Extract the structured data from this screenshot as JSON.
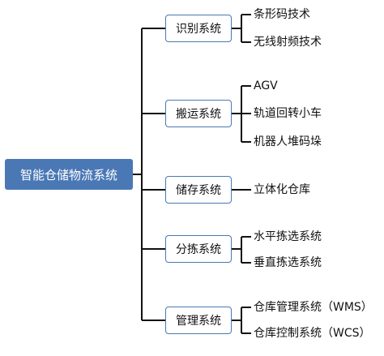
{
  "colors": {
    "root_fill": "#4a78b5",
    "box_border": "#4a78b5",
    "line": "#111111"
  },
  "root": {
    "label": "智能仓储物流系统"
  },
  "categories": [
    {
      "label": "识别系统",
      "children": [
        "条形码技术",
        "无线射频技术"
      ]
    },
    {
      "label": "搬运系统",
      "children": [
        "AGV",
        "轨道回转小车",
        "机器人堆码垛"
      ]
    },
    {
      "label": "储存系统",
      "children": [
        "立体化仓库"
      ]
    },
    {
      "label": "分拣系统",
      "children": [
        "水平拣选系统",
        "垂直拣选系统"
      ]
    },
    {
      "label": "管理系统",
      "children": [
        "仓库管理系统（WMS）",
        "仓库控制系统（WCS）"
      ]
    }
  ]
}
